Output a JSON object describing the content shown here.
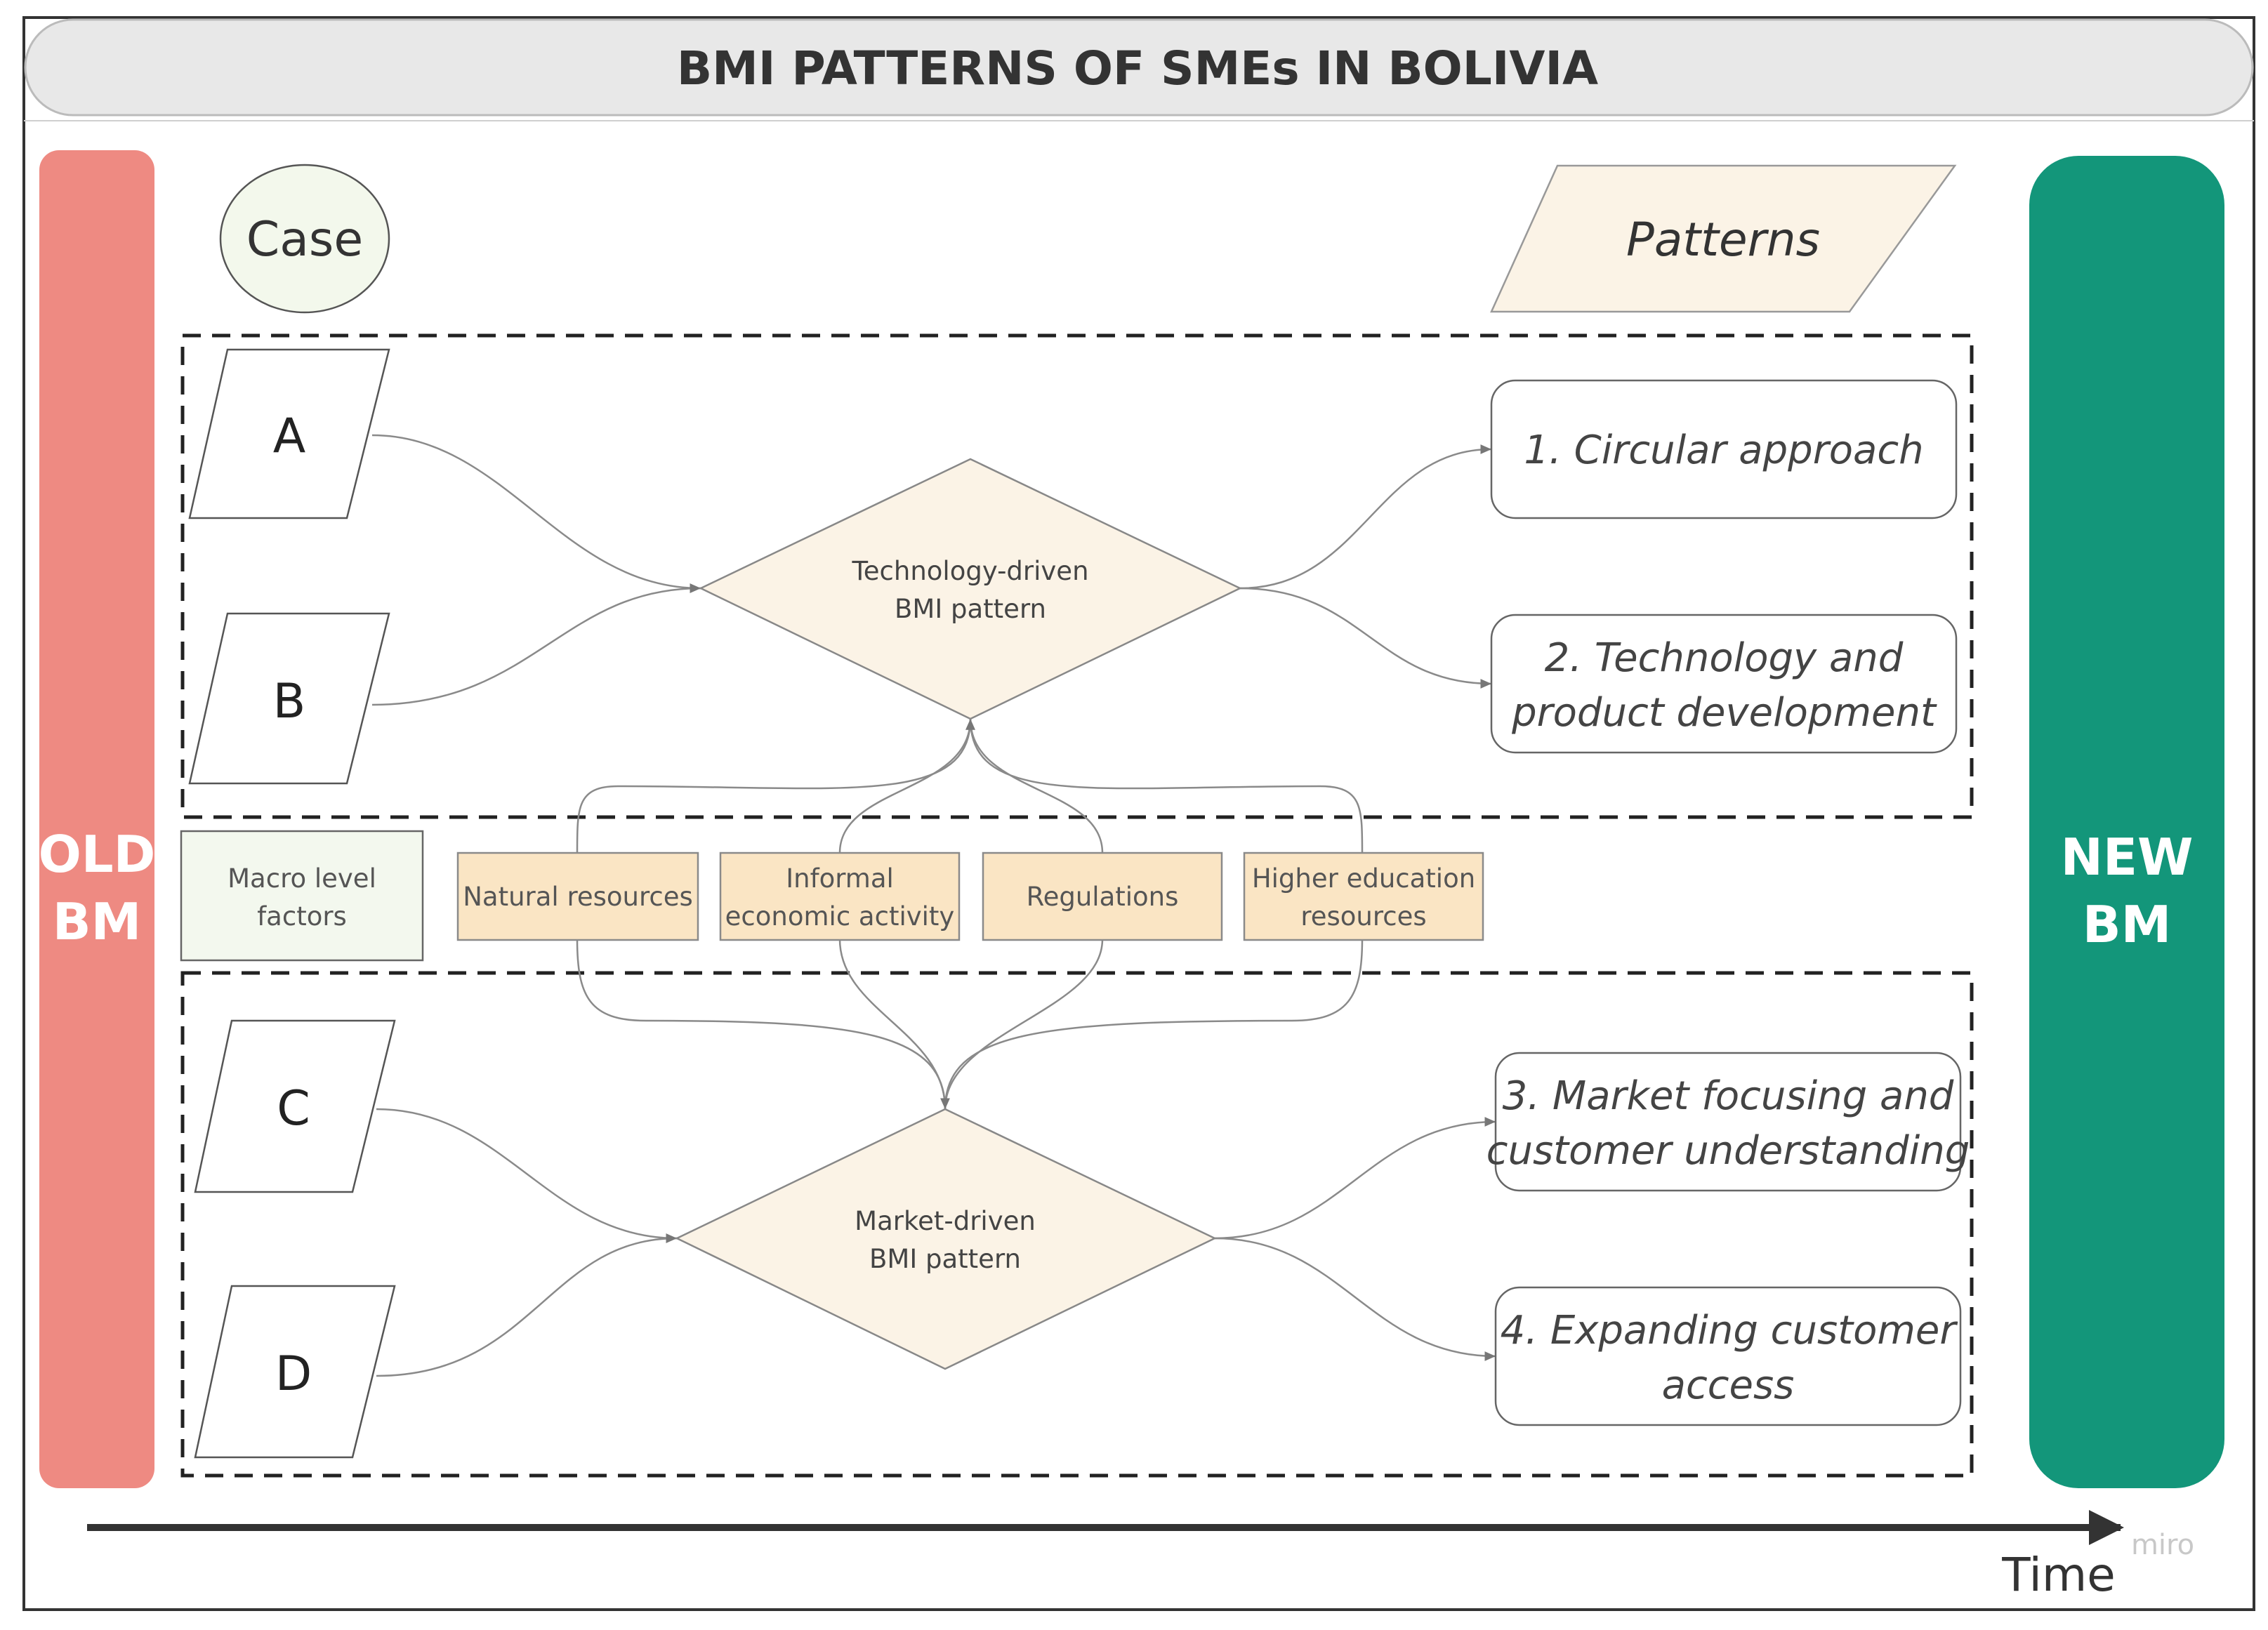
{
  "title": "BMI PATTERNS OF SMEs IN BOLIVIA",
  "old_bm": [
    "OLD",
    "BM"
  ],
  "new_bm": [
    "NEW",
    "BM"
  ],
  "case_label": "Case",
  "patterns_label": "Patterns",
  "cases_top": [
    "A",
    "B"
  ],
  "cases_bottom": [
    "C",
    "D"
  ],
  "tech_pattern": [
    "Technology-driven",
    "BMI pattern"
  ],
  "market_pattern": [
    "Market-driven",
    "BMI pattern"
  ],
  "macro_label": [
    "Macro level",
    "factors"
  ],
  "factors": [
    [
      "Natural resources"
    ],
    [
      "Informal",
      "economic activity"
    ],
    [
      "Regulations"
    ],
    [
      "Higher education",
      "resources"
    ]
  ],
  "outcomes": [
    [
      "1. Circular approach"
    ],
    [
      "2. Technology and",
      "product development"
    ],
    [
      "3. Market focusing and",
      "customer understanding"
    ],
    [
      "4. Expanding customer",
      "access"
    ]
  ],
  "time_label": "Time",
  "watermark": "miro",
  "colors": {
    "old_bm": "#ee8a82",
    "new_bm": "#13967a",
    "title_bar": "#e8e8e8",
    "diamond_fill": "#fbf3e6",
    "factor_fill": "#fae5c4",
    "macro_fill": "#f3f8ee",
    "case_fill": "#f3f8ec",
    "patterns_fill": "#fbf3e6"
  }
}
